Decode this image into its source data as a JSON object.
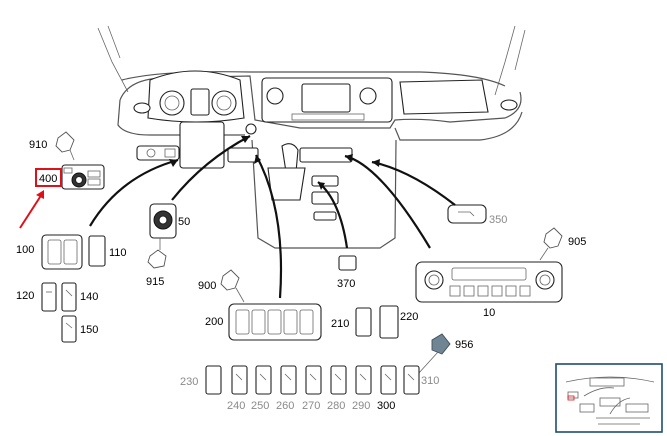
{
  "labels": {
    "l910": "910",
    "l400": "400",
    "l100": "100",
    "l110": "110",
    "l120": "120",
    "l140": "140",
    "l150": "150",
    "l50": "50",
    "l915": "915",
    "l900": "900",
    "l200": "200",
    "l210": "210",
    "l220": "220",
    "l370": "370",
    "l350": "350",
    "l905": "905",
    "l10": "10",
    "l956": "956",
    "l230": "230",
    "l240": "240",
    "l250": "250",
    "l260": "260",
    "l270": "270",
    "l280": "280",
    "l290": "290",
    "l300": "300",
    "l310": "310"
  },
  "colors": {
    "highlight_box": "#e0101a",
    "highlight_arrow": "#e0101a",
    "gray_label": "#8a8a8a",
    "thumbnail_frame": "#1e4e6e",
    "connector_956": "#6f8594"
  },
  "highlighted_part": "400"
}
